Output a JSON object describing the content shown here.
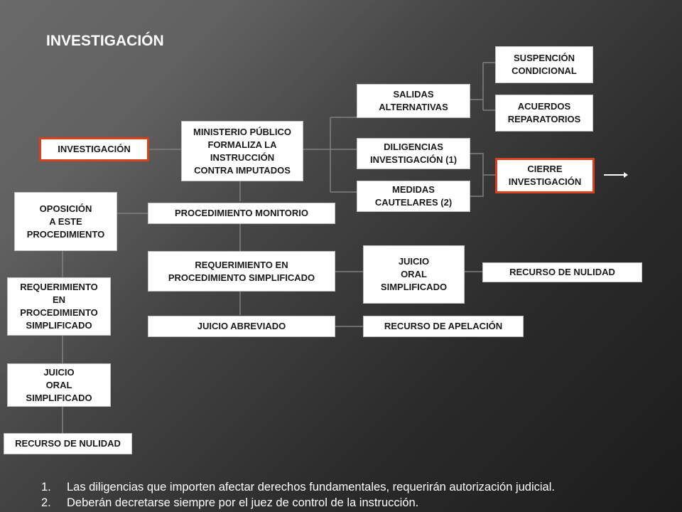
{
  "slide": {
    "title": "INVESTIGACIÓN",
    "accent_color": "#d9411e",
    "connector_color": "#808080"
  },
  "nodes": {
    "investigacion": "INVESTIGACIÓN",
    "ministerio": "MINISTERIO PÚBLICO\nFORMALIZA LA\nINSTRUCCIÓN\nCONTRA IMPUTADOS",
    "salidas": "SALIDAS\nALTERNATIVAS",
    "suspencion": "SUSPENCIÓN\nCONDICIONAL",
    "acuerdos": "ACUERDOS\nREPARATORIOS",
    "diligencias": "DILIGENCIAS\nINVESTIGACIÓN (1)",
    "medidas": "MEDIDAS\nCAUTELARES (2)",
    "cierre": "CIERRE\nINVESTIGACIÓN",
    "oposicion": "OPOSICIÓN\nA ESTE\nPROCEDIMIENTO",
    "monitorio": "PROCEDIMIENTO MONITORIO",
    "requerimiento_main": "REQUERIMIENTO EN\nPROCEDIMIENTO SIMPLIFICADO",
    "juicio_oral_main": "JUICIO\nORAL\nSIMPLIFICADO",
    "recurso_nulidad_main": "RECURSO DE NULIDAD",
    "juicio_abreviado": "JUICIO ABREVIADO",
    "recurso_apelacion": "RECURSO DE APELACIÓN",
    "requerimiento_left": "REQUERIMIENTO\nEN\nPROCEDIMIENTO\nSIMPLIFICADO",
    "juicio_oral_left": "JUICIO\nORAL\nSIMPLIFICADO",
    "recurso_nulidad_left": "RECURSO DE NULIDAD"
  },
  "footnotes": [
    {
      "num": "1.",
      "text": "Las diligencias que importen afectar derechos fundamentales, requerirán autorización judicial."
    },
    {
      "num": "2.",
      "text": "Deberán decretarse siempre por el juez de control de la instrucción."
    }
  ]
}
